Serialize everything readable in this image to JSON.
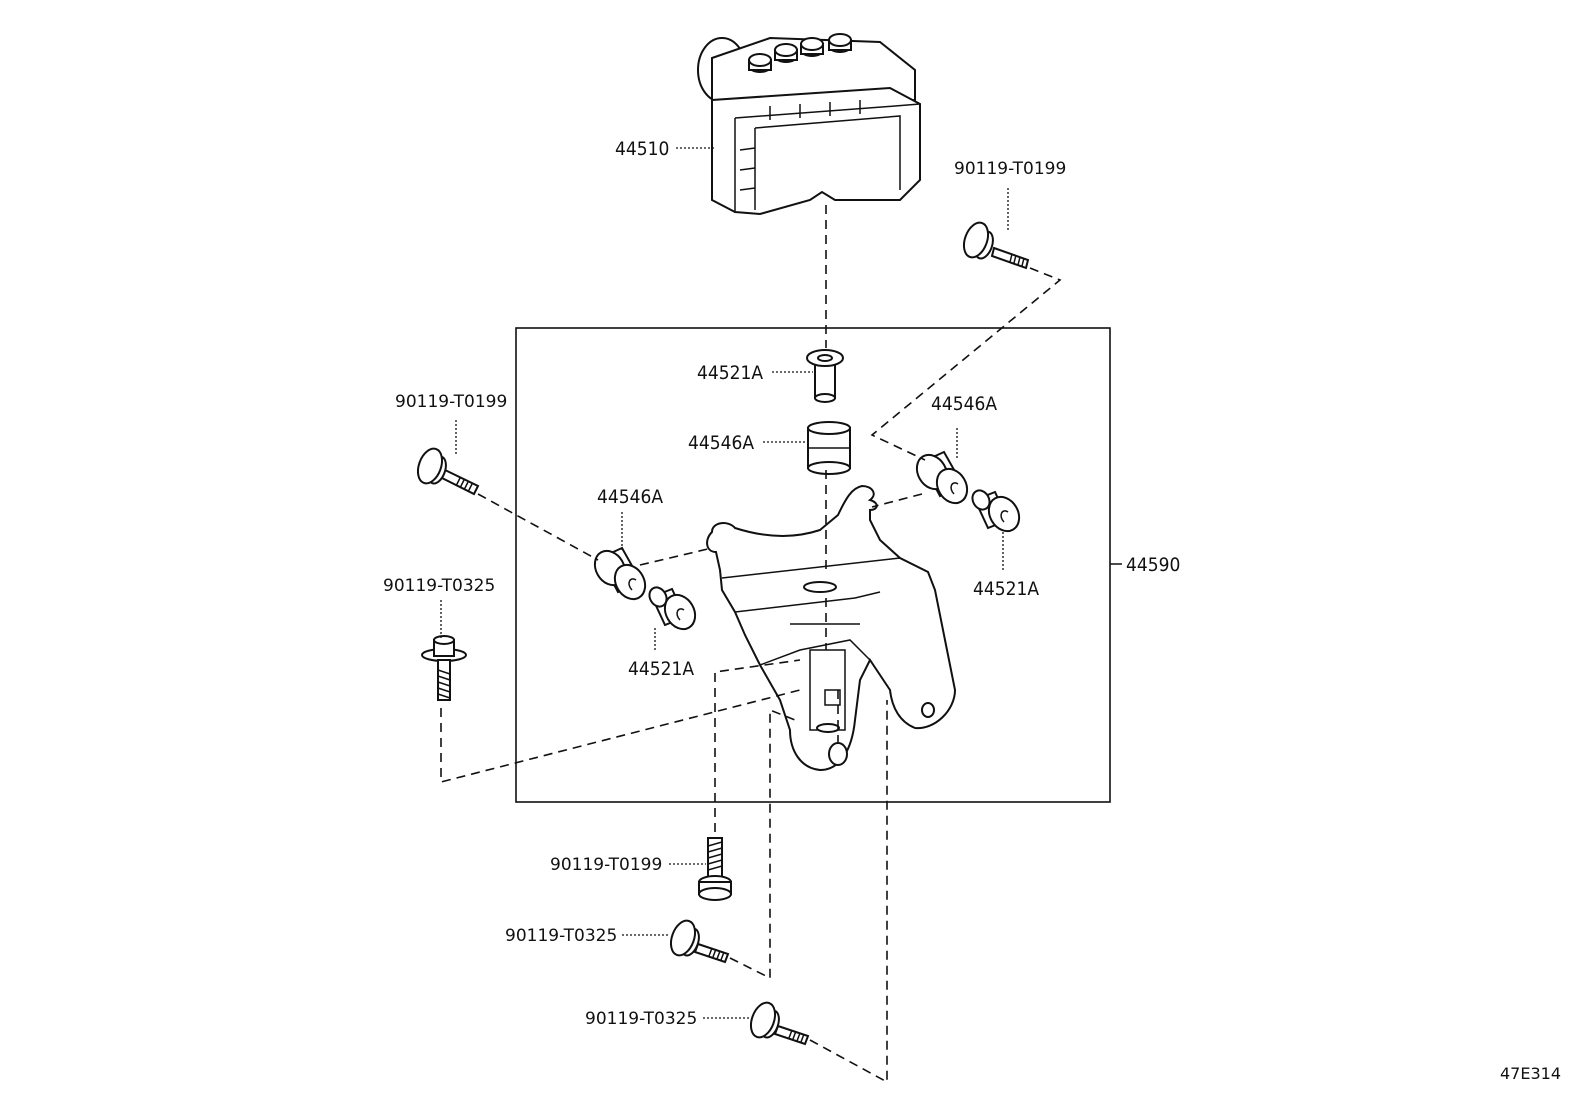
{
  "labels": {
    "actuator": "44510",
    "bolt_top_right": "90119-T0199",
    "bolt_left_upper": "90119-T0199",
    "bolt_left_lower": "90119-T0325",
    "collar_center": "44521A",
    "cushion_center": "44546A",
    "cushion_right": "44546A",
    "cushion_left": "44546A",
    "collar_right": "44521A",
    "collar_left": "44521A",
    "bracket_assy": "44590",
    "bolt_bottom_1": "90119-T0199",
    "bolt_bottom_2": "90119-T0325",
    "bolt_bottom_3": "90119-T0325"
  },
  "diagram_code": "47E314"
}
